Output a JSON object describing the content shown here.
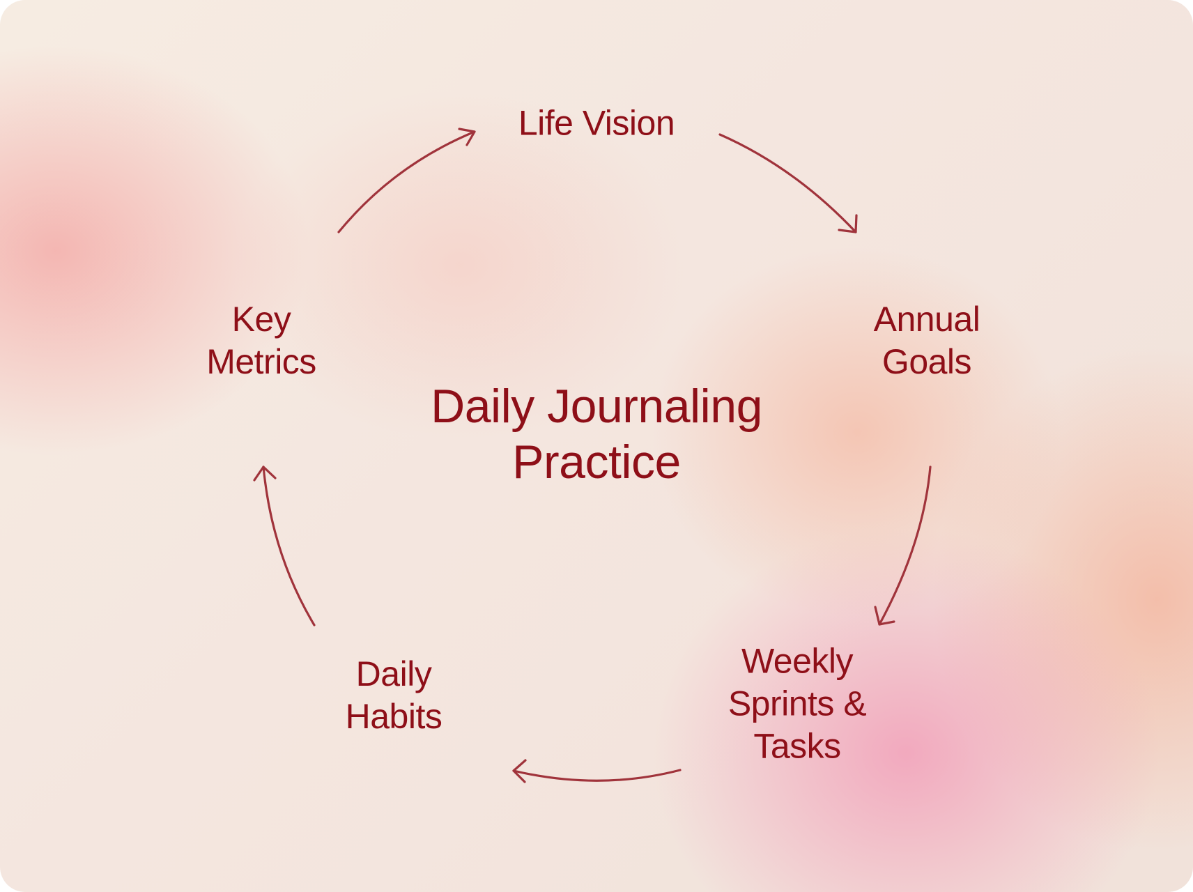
{
  "diagram": {
    "type": "cycle",
    "center": {
      "title": "Daily Journaling\nPractice"
    },
    "nodes": [
      {
        "id": "life-vision",
        "label": "Life Vision"
      },
      {
        "id": "annual-goals",
        "label": "Annual\nGoals"
      },
      {
        "id": "weekly-sprints",
        "label": "Weekly\nSprints &\nTasks"
      },
      {
        "id": "daily-habits",
        "label": "Daily\nHabits"
      },
      {
        "id": "key-metrics",
        "label": "Key\nMetrics"
      }
    ],
    "edges": [
      {
        "from": "life-vision",
        "to": "annual-goals"
      },
      {
        "from": "annual-goals",
        "to": "weekly-sprints"
      },
      {
        "from": "weekly-sprints",
        "to": "daily-habits"
      },
      {
        "from": "daily-habits",
        "to": "key-metrics"
      },
      {
        "from": "key-metrics",
        "to": "life-vision"
      }
    ],
    "colors": {
      "text": "#8e0f18",
      "arrow": "#a0333b"
    }
  }
}
